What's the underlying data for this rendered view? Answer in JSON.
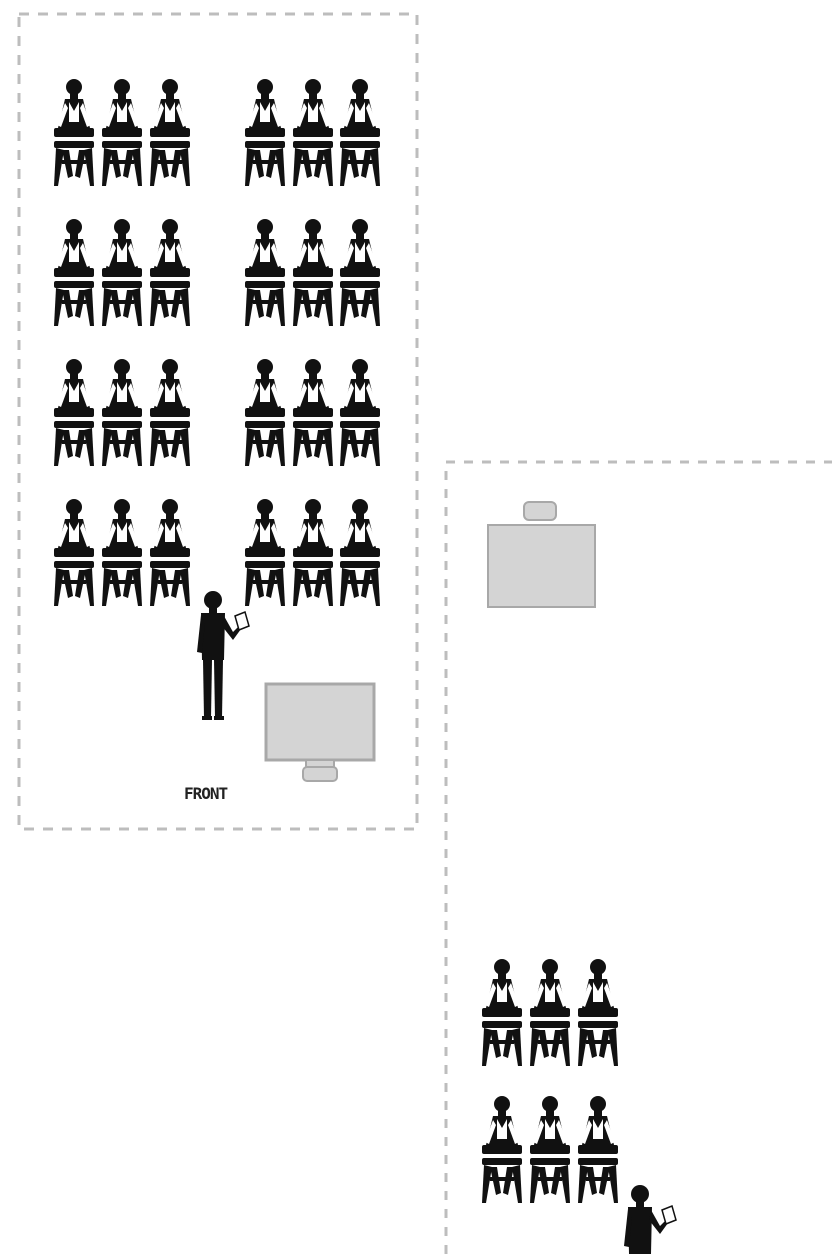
{
  "diagram": {
    "colors": {
      "figure": "#111111",
      "dash": "#bdbdbd",
      "screen_fill": "#d4d4d4",
      "screen_stroke": "#a8a8a8"
    },
    "front_label": "FRONT",
    "rooms": [
      {
        "id": "large-room",
        "seating": {
          "blocks": 2,
          "rows_per_block": 4,
          "seats_per_row": 3,
          "total": 24
        },
        "presenter": true,
        "screen": "monitor"
      },
      {
        "id": "small-room",
        "seating": {
          "blocks": 1,
          "rows_per_block": 2,
          "seats_per_row": 3,
          "total": 6
        },
        "presenter": true,
        "screen": "projector-board"
      }
    ]
  }
}
